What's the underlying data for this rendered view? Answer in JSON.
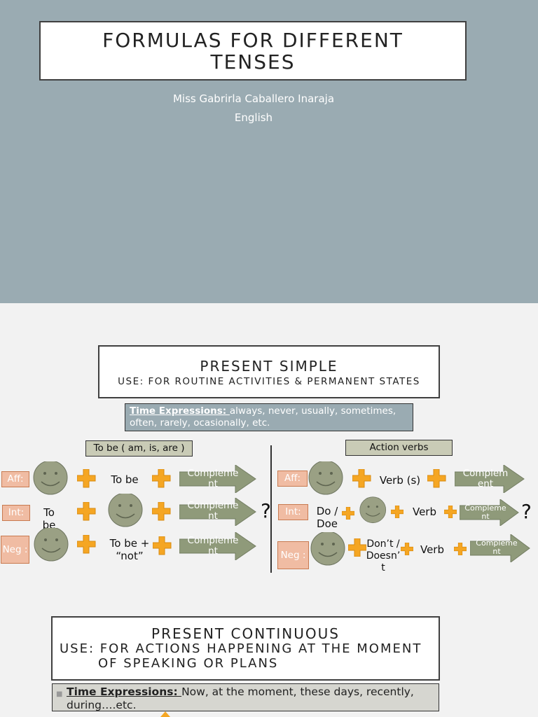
{
  "slide1": {
    "title": "FORMULAS FOR DIFFERENT TENSES",
    "author": "Miss Gabrirla Caballero Inaraja",
    "subject": "English"
  },
  "present_simple": {
    "title": "PRESENT SIMPLE",
    "use": "USE: FOR ROUTINE ACTIVITIES & PERMANENT STATES",
    "time_label": "Time Expressions: ",
    "time_text": " always, never, usually, sometimes, often, rarely, ocasionally, etc.",
    "left": {
      "header": "To be ( am, is, are )",
      "aff": {
        "tag": "Aff:",
        "verb": "To be",
        "complement": "Compleme nt"
      },
      "int": {
        "tag": "Int:",
        "verb": "To be",
        "complement": "Compleme nt",
        "question": "?"
      },
      "neg": {
        "tag": "Neg :",
        "verb": "To be + “not”",
        "complement": "Compleme nt"
      }
    },
    "right": {
      "header": "Action verbs",
      "aff": {
        "tag": "Aff:",
        "verb": "Verb (s)",
        "complement": "Complem ent"
      },
      "int": {
        "tag": "Int:",
        "aux": "Do / Doe",
        "verb": "Verb",
        "complement": "Compleme nt",
        "question": "?"
      },
      "neg": {
        "tag": "Neg :",
        "aux": "Don’t / Doesn’ t",
        "verb": "Verb",
        "complement": "Compleme nt"
      }
    }
  },
  "present_continuous": {
    "title": "PRESENT CONTINUOUS",
    "use_line1": "USE: FOR ACTIONS HAPPENING AT THE MOMENT",
    "use_line2": "OF SPEAKING OR PLANS",
    "time_label": "Time Expressions: ",
    "time_text": "Now, at the moment, these days, recently, during….etc."
  },
  "colors": {
    "slate_background": "#9aabb2",
    "plus_orange": "#f5a623",
    "smiley_olive": "#9aa084",
    "arrow_olive": "#8f9a7a",
    "tag_salmon": "#f0bca3"
  },
  "icons": [
    "smiley-face-icon",
    "plus-icon",
    "arrow-right-icon",
    "bullet-icon"
  ]
}
